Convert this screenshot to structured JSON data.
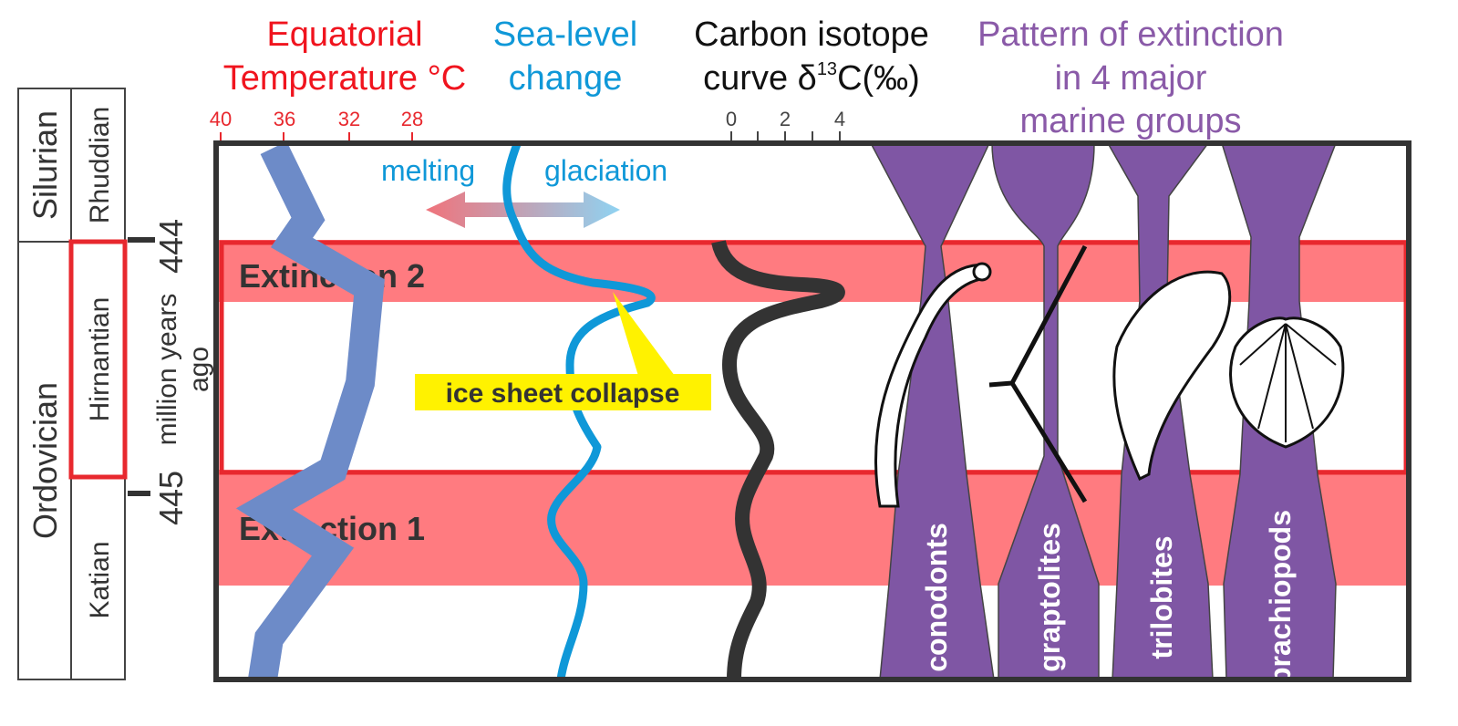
{
  "headers": {
    "temperature": [
      "Equatorial",
      "Temperature °C"
    ],
    "sea_level": [
      "Sea-level",
      "change"
    ],
    "carbon": {
      "line1": "Carbon isotope",
      "line2_pre": "curve δ",
      "line2_sup": "13",
      "line2_post": "C(‰)"
    },
    "extinction": [
      "Pattern of extinction",
      "in 4 major",
      "marine groups"
    ]
  },
  "temperature_ticks": [
    "40",
    "36",
    "32",
    "28"
  ],
  "carbon_ticks": [
    "0",
    "2",
    "4"
  ],
  "stratigraphy": {
    "periods": [
      "Silurian",
      "Ordovician"
    ],
    "stages": [
      "Rhuddian",
      "Hirnantian",
      "Katian"
    ],
    "ages": [
      "444",
      "445"
    ],
    "age_unit": [
      "million years",
      "ago"
    ]
  },
  "labels": {
    "melting": "melting",
    "glaciation": "glaciation",
    "extinction_2": "Extinction 2",
    "extinction_1": "Extinction 1",
    "ice_sheet": "ice sheet collapse"
  },
  "groups": [
    "conodonts",
    "graptolites",
    "trilobites",
    "brachiopods"
  ],
  "colors": {
    "red": "#e8282e",
    "band": "#ff7b80",
    "blue": "#0f98d8",
    "purple": "#7f56a4",
    "purple_text": "#8a5aa8",
    "dark": "#333333",
    "yellow": "#fff200"
  }
}
